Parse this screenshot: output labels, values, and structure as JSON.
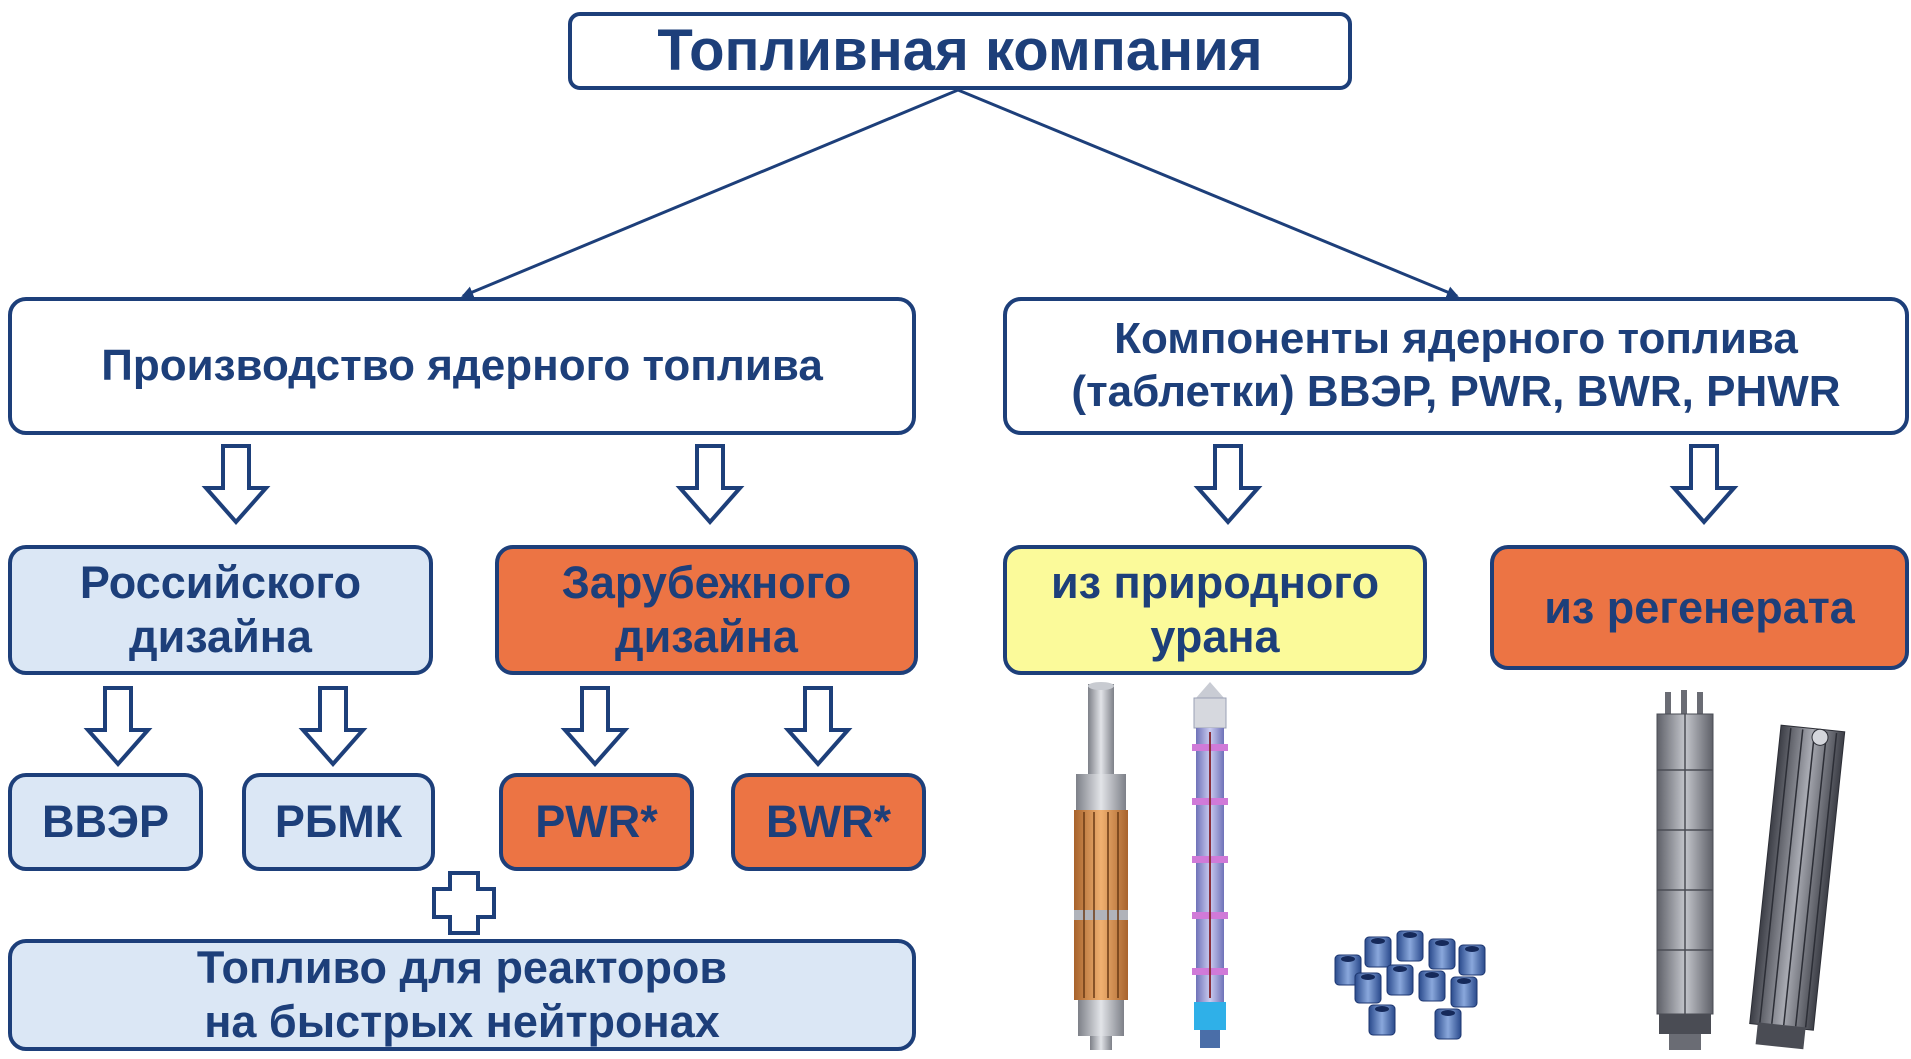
{
  "title": "Топливная компания",
  "branches": {
    "production": "Производство ядерного топлива",
    "components_line1": "Компоненты ядерного топлива",
    "components_line2": "(таблетки) ВВЭР, PWR, BWR, PHWR"
  },
  "design": {
    "russian_line1": "Российского",
    "russian_line2": "дизайна",
    "foreign_line1": "Зарубежного",
    "foreign_line2": "дизайна"
  },
  "source": {
    "natural_line1": "из природного",
    "natural_line2": "урана",
    "regenerate": "из регенерата"
  },
  "reactors": {
    "vver": "ВВЭР",
    "rbmk": "РБМК",
    "pwr": "PWR*",
    "bwr": "BWR*"
  },
  "fast_fuel": {
    "line1": "Топливо для реакторов",
    "line2": "на быстрых нейтронах"
  },
  "colors": {
    "navy": "#1d3f7a",
    "light_blue": "#dbe7f5",
    "orange": "#ec7444",
    "yellow": "#fbfa9a"
  },
  "icons": [
    "hollow-down-arrow-icon",
    "hollow-plus-icon",
    "fuel-assembly-image",
    "fuel-pellets-image"
  ]
}
